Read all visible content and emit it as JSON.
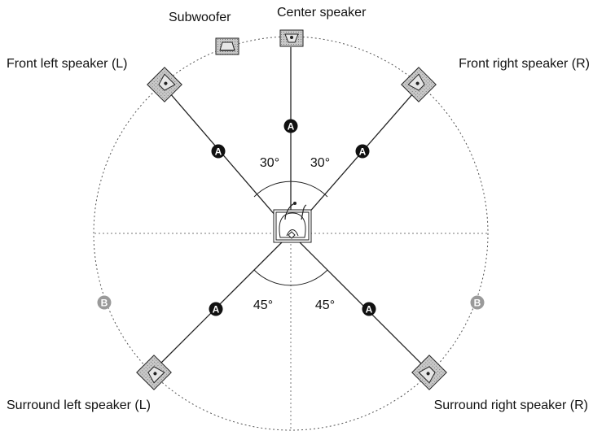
{
  "labels": {
    "subwoofer": "Subwoofer",
    "center": "Center speaker",
    "front_left": "Front left speaker (L)",
    "front_right": "Front right speaker (R)",
    "surround_left": "Surround left speaker (L)",
    "surround_right": "Surround right speaker (R)"
  },
  "angles": {
    "front_left": "30°",
    "front_right": "30°",
    "rear_left": "45°",
    "rear_right": "45°"
  },
  "markers": {
    "a": "A",
    "b": "B"
  },
  "colors": {
    "line": "#222222",
    "circle": "#555555",
    "speaker_fill": "#b5b5b5",
    "marker_a": "#111111",
    "marker_b": "#9a9a9a"
  }
}
